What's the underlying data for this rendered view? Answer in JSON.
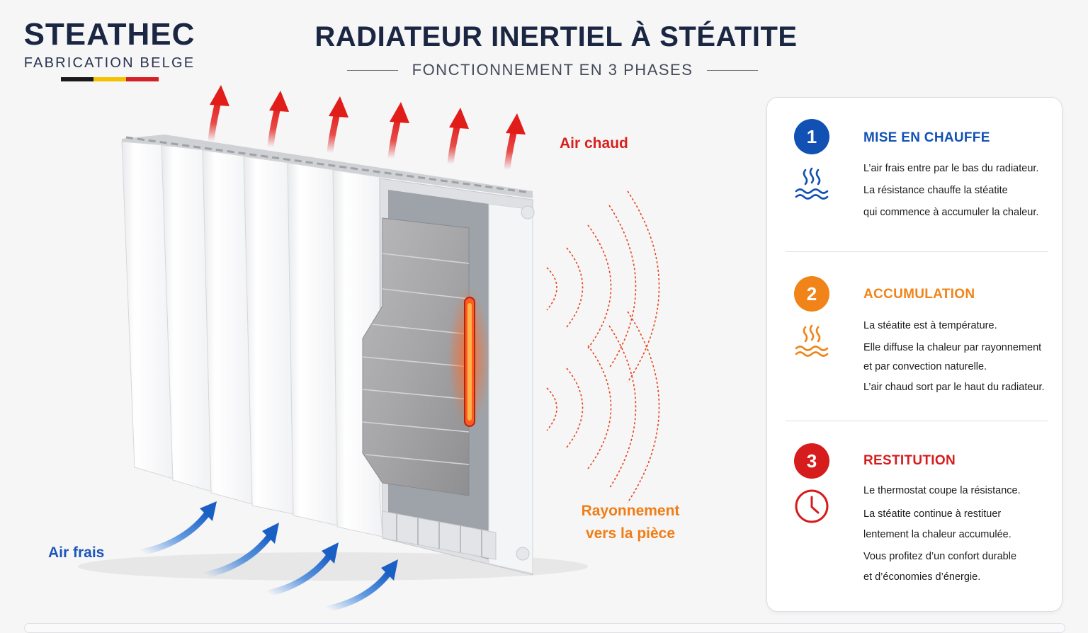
{
  "brand": {
    "name": "STEATHEC",
    "tagline": "FABRICATION BELGE",
    "flag_colors": [
      "#1a1a1a",
      "#f4c300",
      "#d42027"
    ]
  },
  "header": {
    "title": "RADIATEUR INERTIEL À STÉATITE",
    "subtitle": "FONCTIONNEMENT EN 3 PHASES"
  },
  "diagram": {
    "label_hot_air": "Air chaud",
    "label_cold_air": "Air frais",
    "label_radiation_line1": "Rayonnement",
    "label_radiation_line2": "vers la pièce",
    "colors": {
      "hot": "#d8201c",
      "cold": "#1c56b8",
      "radiation": "#f07d16"
    }
  },
  "phases": [
    {
      "number": "1",
      "title": "MISE EN CHAUFFE",
      "color": "#1151b3",
      "icon": "heat-waves-icon",
      "lines": [
        "L’air frais entre par le bas du radiateur.",
        "La résistance chauffe la stéatite",
        "qui commence à accumuler la chaleur."
      ]
    },
    {
      "number": "2",
      "title": "ACCUMULATION",
      "color": "#f08418",
      "icon": "heat-waves-icon",
      "lines": [
        "La stéatite est à température.",
        "Elle diffuse la chaleur par rayonnement",
        "et par convection naturelle.",
        "L’air chaud sort par le haut du radiateur."
      ]
    },
    {
      "number": "3",
      "title": "RESTITUTION",
      "color": "#d61c1c",
      "icon": "clock-icon",
      "lines": [
        "Le thermostat coupe la résistance.",
        "La stéatite continue à restituer",
        "lentement la chaleur accumulée.",
        "Vous profitez d’un confort durable",
        "et d’économies d’énergie."
      ]
    }
  ]
}
